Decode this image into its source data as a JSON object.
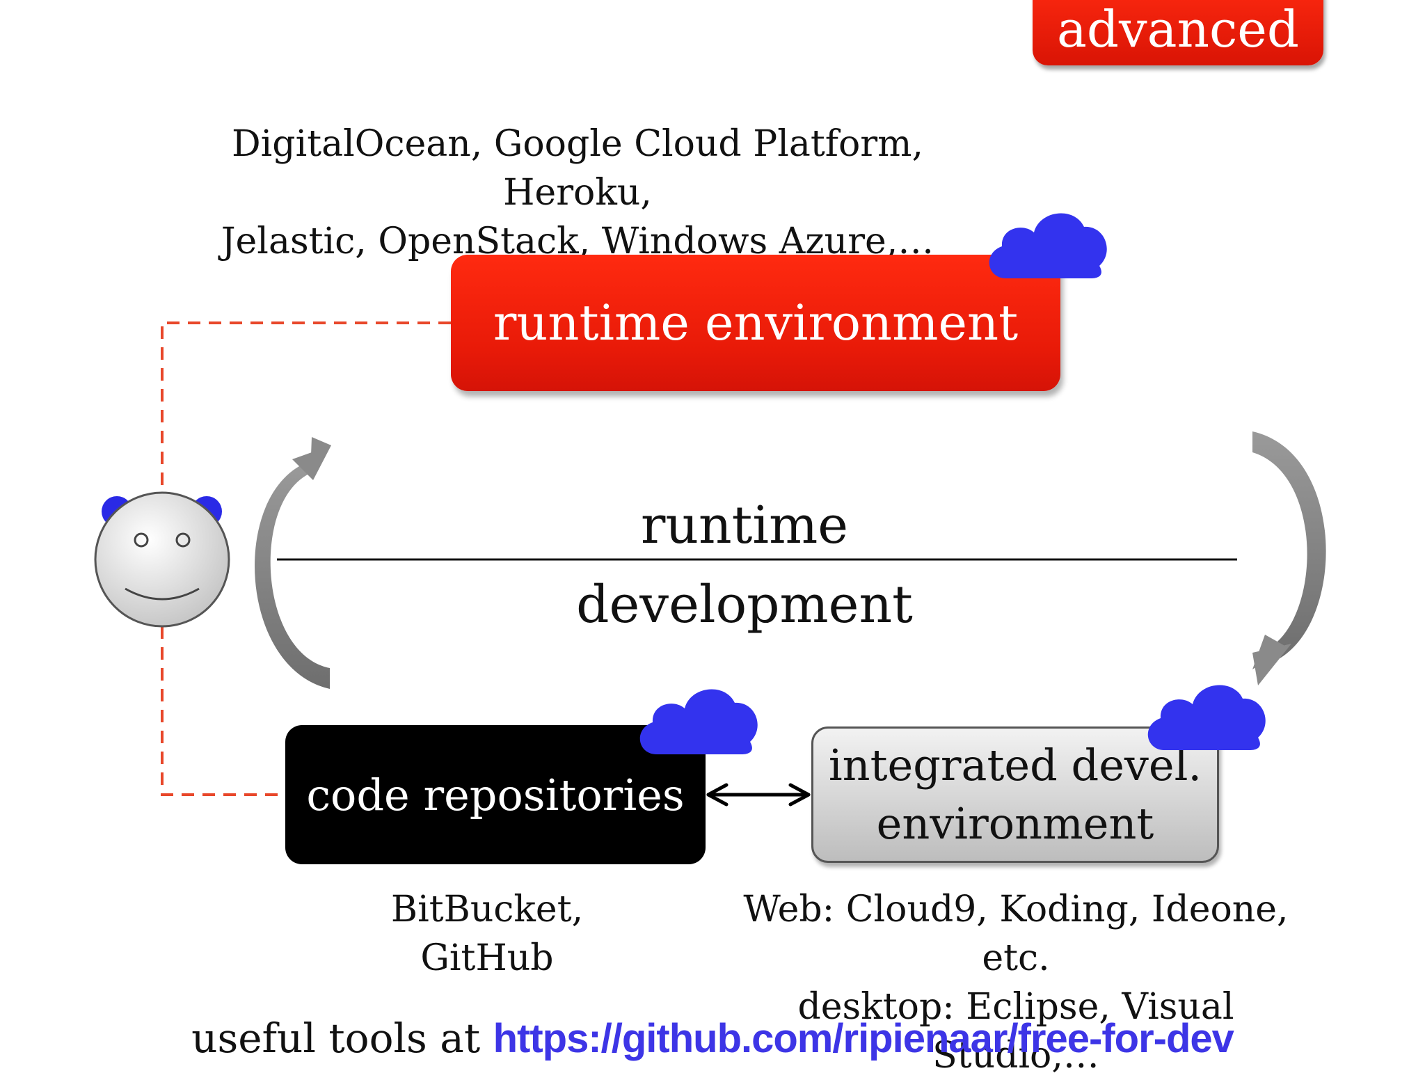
{
  "badge": {
    "label": "advanced"
  },
  "runtime_providers": {
    "line1": "DigitalOcean, Google Cloud Platform, Heroku,",
    "line2": "Jelastic, OpenStack, Windows Azure,…"
  },
  "runtime_box": {
    "label": "runtime environment"
  },
  "cycle": {
    "top_label": "runtime",
    "bottom_label": "development"
  },
  "repos_box": {
    "label": "code repositories"
  },
  "ide_box": {
    "line1": "integrated devel.",
    "line2": "environment"
  },
  "repos_providers": {
    "line1": "BitBucket,",
    "line2": "GitHub"
  },
  "ide_providers": {
    "line1": "Web: Cloud9, Koding, Ideone, etc.",
    "line2": "desktop: Eclipse, Visual Studio,…"
  },
  "footer": {
    "prefix": "useful tools at ",
    "link": "https://github.com/ripienaar/free-for-dev"
  },
  "colors": {
    "accent_red": "#ff2a10",
    "cloud_blue": "#3333ee",
    "link_blue": "#3d35e6",
    "dashed_line": "#e8472a",
    "arrow_gray": "#7a7a7a"
  },
  "icons": [
    "cloud-icon",
    "smiley-user-icon",
    "cycle-arrow-icon",
    "double-arrow-icon"
  ]
}
